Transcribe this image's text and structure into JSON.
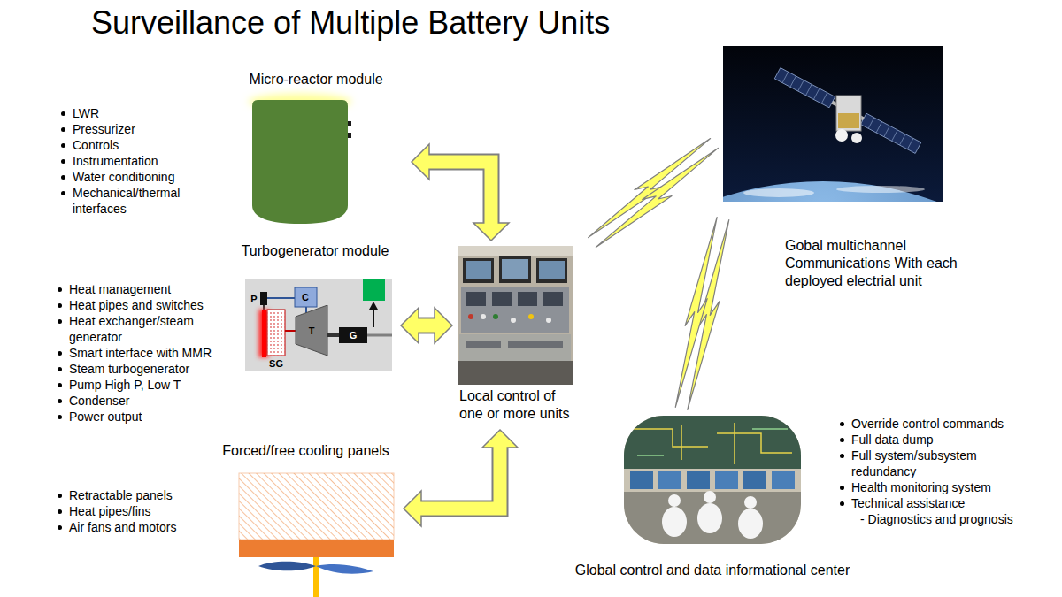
{
  "diagram": {
    "title": "Surveillance of Multiple Battery Units",
    "nodes": [
      {
        "text": [
          "Micro-reactor module"
        ]
      },
      {
        "text": [
          "Turbogenerator module"
        ]
      },
      {
        "text": [
          "Forced/free cooling panels"
        ]
      },
      {
        "text": [
          "Local control of one or more units"
        ]
      },
      {
        "text": [
          "Gobal multichannel Communications With each deployed electrial unit"
        ]
      },
      {
        "text": [
          "Global control and data informational center"
        ]
      }
    ],
    "edges": [
      {
        "from": 3,
        "to": 0,
        "arrow": "both"
      },
      {
        "from": 1,
        "to": 3,
        "arrow": "both"
      },
      {
        "from": 3,
        "to": 2,
        "arrow": "both"
      },
      {
        "from": 3,
        "to": 4,
        "arrow": "none"
      },
      {
        "from": 4,
        "to": 5,
        "arrow": "none"
      }
    ],
    "labels": [
      "LWR",
      "Pressurizer",
      "Controls",
      "Instrumentation",
      "Water conditioning",
      "Mechanical/thermal interfaces",
      "Heat management",
      "Heat pipes and switches",
      "Heat exchanger/steam generator",
      "Smart interface with MMR",
      "Steam turbogenerator",
      "Pump High P, Low T",
      "Condenser",
      "Power output",
      "P",
      "C",
      "SG",
      "T",
      "G",
      "Retractable panels",
      "Heat pipes/fins",
      "Air fans and motors",
      "Override control commands",
      "Full data dump",
      "Full system/subsystem redundancy",
      "Health monitoring system",
      "Technical assistance",
      "- Diagnostics and prognosis"
    ]
  }
}
